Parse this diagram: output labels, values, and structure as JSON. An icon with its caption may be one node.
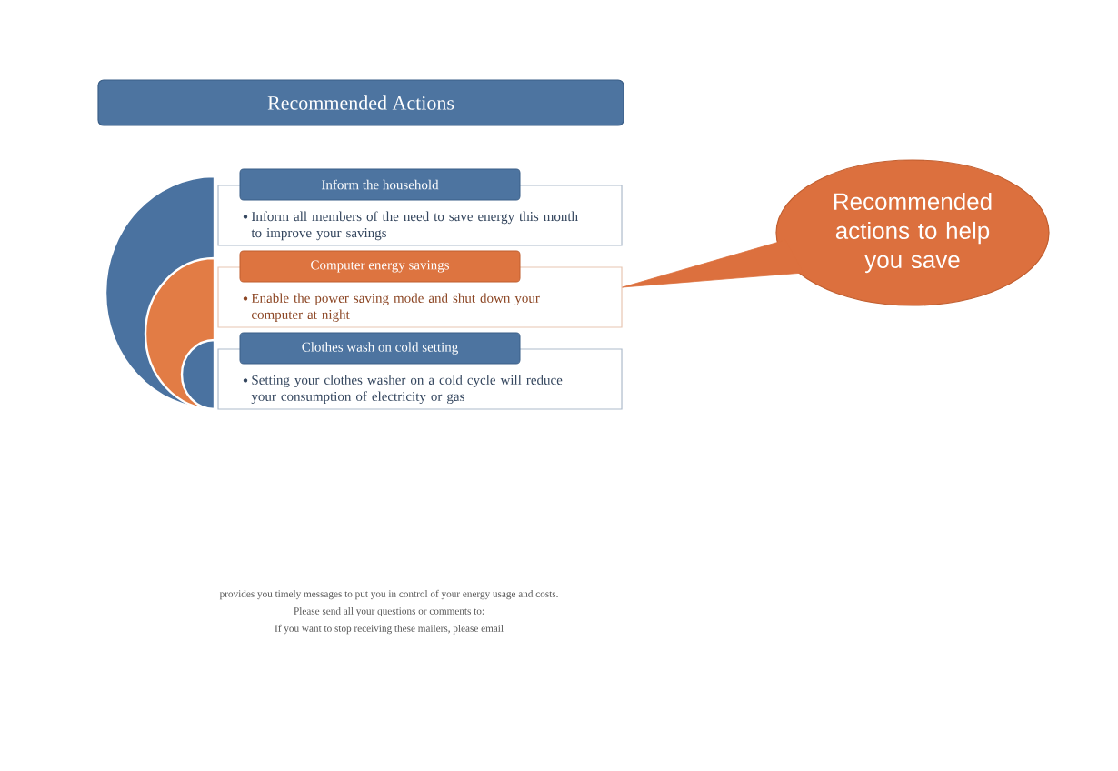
{
  "diagram": {
    "title": "Recommended Actions",
    "nodes": [
      {
        "text": [
          "Inform the household",
          "Inform all members of the need to save energy this month to improve your savings"
        ]
      },
      {
        "text": [
          "Computer energy savings",
          "Enable the power saving mode and shut down your computer at night"
        ]
      },
      {
        "text": [
          "Clothes wash on cold setting",
          "Setting your clothes washer on a cold cycle will reduce your consumption of electricity or gas"
        ]
      },
      {
        "text": [
          "Recommended actions to help you save"
        ]
      }
    ],
    "edges": [
      {
        "from": 3,
        "to": 1,
        "arrow": "none"
      }
    ],
    "labels": [
      "provides you timely messages to put you in control of your energy usage and costs.",
      "Please send all your questions or comments to:",
      "If you want to stop receiving these mailers, please email"
    ]
  }
}
